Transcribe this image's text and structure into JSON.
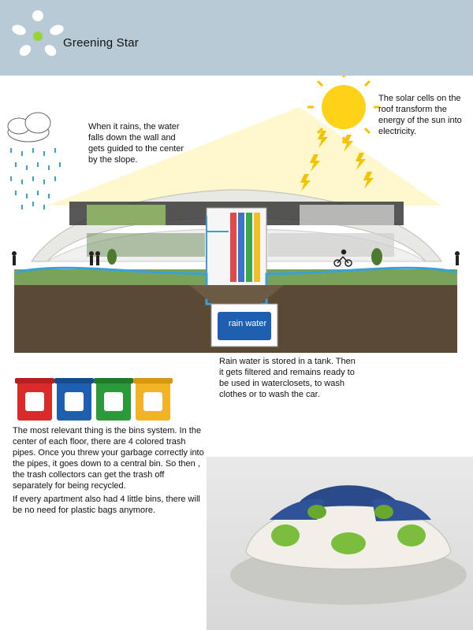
{
  "header": {
    "brand": "Greening Star"
  },
  "annotations": {
    "rain": "When it rains, the water falls down the wall and gets guided to the center by the slope.",
    "solar": "The solar cells on the roof transform the energy of the sun into electricity.",
    "tank_label": "rain water",
    "tank": "Rain water is stored in a tank. Then it gets filtered and remains ready to be used in waterclosets, to wash clothes or to wash the car.",
    "bins_p1": "The most relevant thing is the bins system. In the center of each floor, there are 4 colored trash pipes. Once you threw your garbage correctly into the pipes, it goes down to a central bin. So then , the trash collectors can get the trash off separately for being recycled.",
    "bins_p2": "If every apartment also had 4 little bins, there will be no need for plastic bags anymore."
  },
  "bins": [
    {
      "name": "red-bin",
      "color": "#d92b2b"
    },
    {
      "name": "blue-bin",
      "color": "#1f5fb0"
    },
    {
      "name": "green-bin",
      "color": "#2a9a3a"
    },
    {
      "name": "yellow-bin",
      "color": "#f2b325"
    }
  ],
  "colors": {
    "header_bg": "#b8cad5",
    "water": "#3aa0d8",
    "sun": "#ffd21a",
    "ground": "#5a4a35",
    "grass": "#7aa35a"
  }
}
